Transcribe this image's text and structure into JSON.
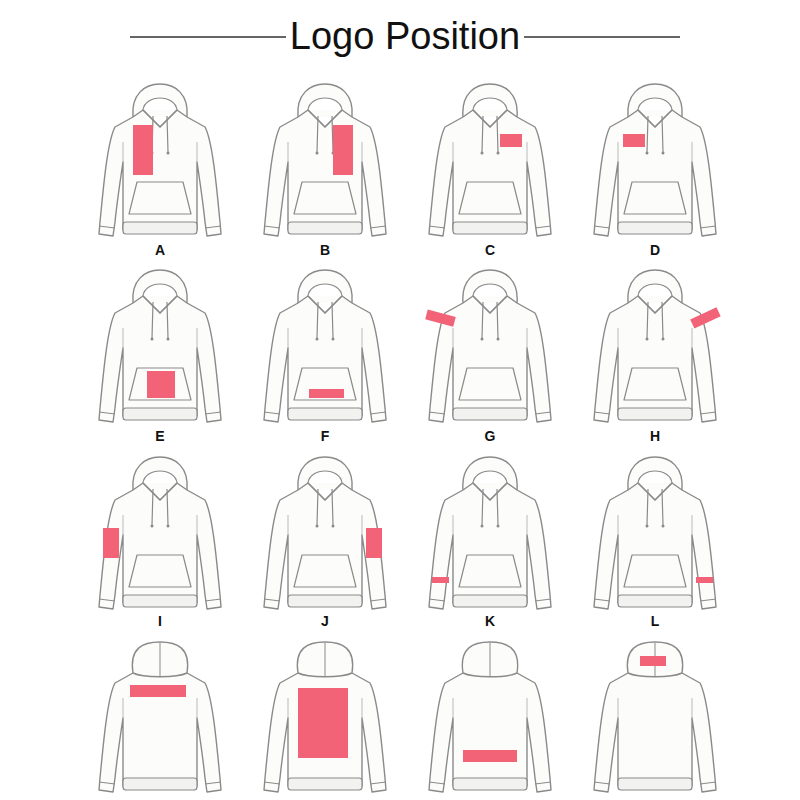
{
  "diagram": {
    "title": "Logo Position",
    "labels": [
      "A",
      "B",
      "C",
      "D",
      "E",
      "F",
      "G",
      "H",
      "I",
      "J",
      "K",
      "L"
    ]
  }
}
